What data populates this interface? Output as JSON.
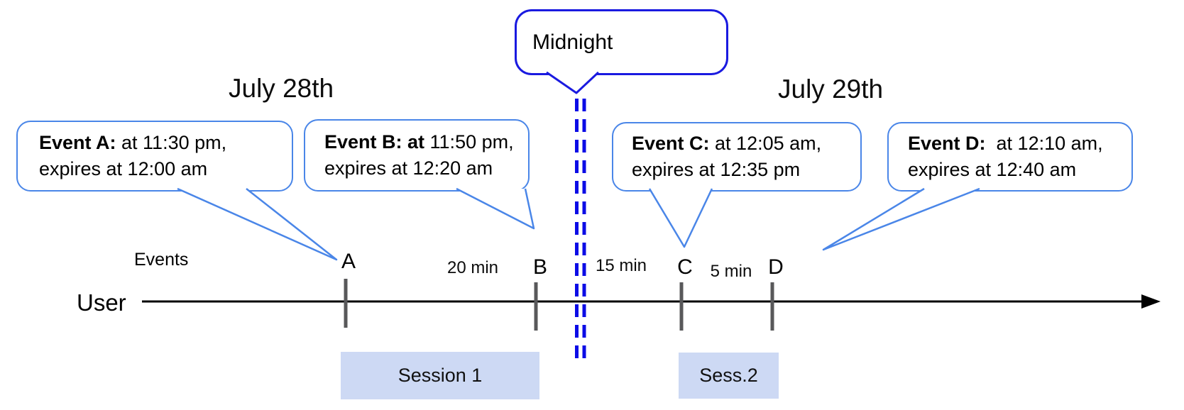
{
  "colors": {
    "callout_blue": "#4a86e8",
    "midnight_blue": "#1a1ae0",
    "dash_blue": "#0c0ce6",
    "tick_gray": "#58585a",
    "session_fill": "#cdd9f4",
    "timeline_black": "#000000"
  },
  "dates": {
    "left": "July 28th",
    "right": "July 29th"
  },
  "midnight": {
    "label": "Midnight"
  },
  "axis": {
    "events_label": "Events",
    "user_label": "User"
  },
  "events": [
    {
      "id": "A",
      "title": "Event A:",
      "details": " at 11:30 pm,\nexpires at 12:00 am"
    },
    {
      "id": "B",
      "title": "Event B: at",
      "details": " 11:50 pm,\nexpires at 12:20 am"
    },
    {
      "id": "C",
      "title": "Event C:",
      "details": " at 12:05 am,\nexpires at 12:35 pm"
    },
    {
      "id": "D",
      "title": "Event D:",
      "details": "  at 12:10 am,\nexpires at 12:40 am"
    }
  ],
  "ticks": [
    {
      "label": "A"
    },
    {
      "label": "B"
    },
    {
      "label": "C"
    },
    {
      "label": "D"
    }
  ],
  "intervals": [
    {
      "label": "20 min"
    },
    {
      "label": "15 min"
    },
    {
      "label": "5 min"
    }
  ],
  "sessions": [
    {
      "label": "Session 1"
    },
    {
      "label": "Sess.2"
    }
  ]
}
